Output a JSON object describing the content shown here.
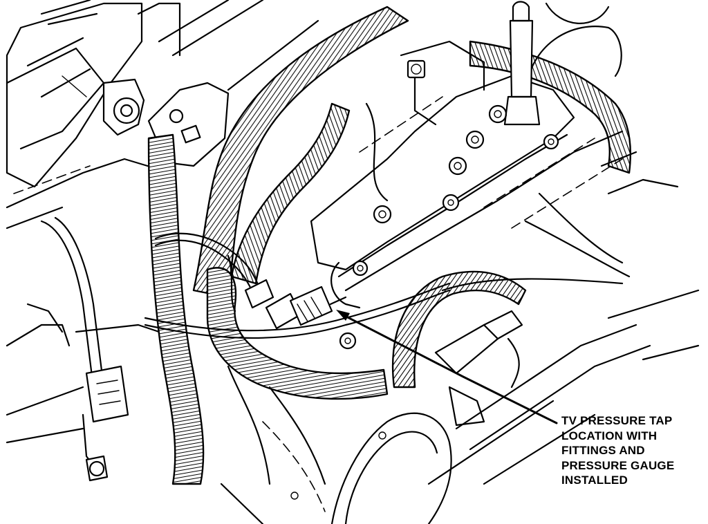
{
  "callout": {
    "lines": [
      "TV PRESSURE TAP",
      "LOCATION WITH",
      "FITTINGS AND",
      "PRESSURE GAUGE",
      "INSTALLED"
    ]
  }
}
